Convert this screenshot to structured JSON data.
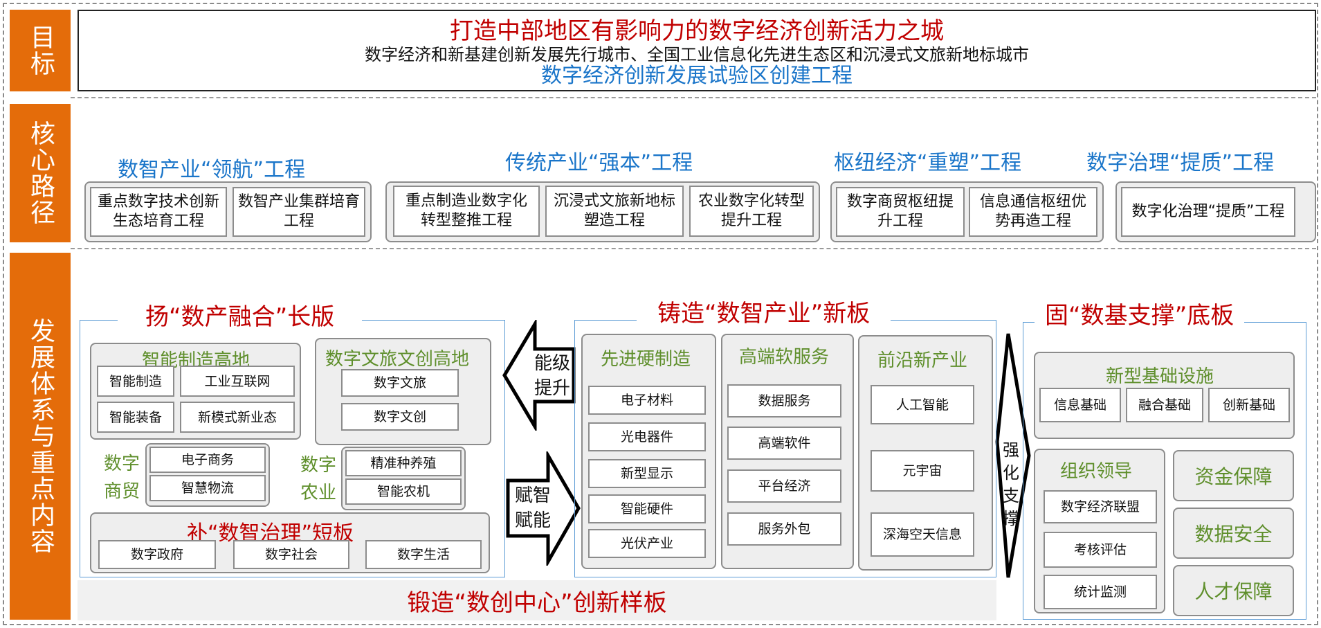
{
  "sidebar": {
    "goal": "目标",
    "core_path": "核心路径",
    "system": "发展体系与重点内容"
  },
  "goal": {
    "line1": "打造中部地区有影响力的数字经济创新活力之城",
    "line2": "数字经济和新基建创新发展先行城市、全国工业信息化先进生态区和沉浸式文旅新地标城市",
    "line3": "数字经济创新发展试验区创建工程"
  },
  "core": {
    "groups": [
      {
        "title": "数智产业“领航”工程",
        "items": [
          "重点数字技术创新生态培育工程",
          "数智产业集群培育工程"
        ]
      },
      {
        "title": "传统产业“强本”工程",
        "items": [
          "重点制造业数字化转型整推工程",
          "沉浸式文旅新地标塑造工程",
          "农业数字化转型提升工程"
        ]
      },
      {
        "title": "枢纽经济“重塑”工程",
        "items": [
          "数字商贸枢纽提升工程",
          "信息通信枢纽优势再造工程"
        ]
      },
      {
        "title": "数字治理“提质”工程",
        "items": [
          "数字化治理“提质”工程"
        ]
      }
    ]
  },
  "left": {
    "title": "扬“数产融合”长版",
    "mfg": {
      "title": "智能制造高地",
      "items": [
        "智能制造",
        "工业互联网",
        "智能装备",
        "新模式新业态"
      ]
    },
    "tour": {
      "title": "数字文旅文创高地",
      "items": [
        "数字文旅",
        "数字文创"
      ]
    },
    "trade": {
      "label": "数字商贸",
      "items": [
        "电子商务",
        "智慧物流"
      ]
    },
    "agri": {
      "label": "数字农业",
      "items": [
        "精准种养殖",
        "智能农机"
      ]
    },
    "gov": {
      "title": "补“数智治理”短板",
      "items": [
        "数字政府",
        "数字社会",
        "数字生活"
      ]
    }
  },
  "arrows": {
    "upgrade": "能级提升",
    "empower": "赋智赋能",
    "support": "强化支撑"
  },
  "middle": {
    "title": "铸造“数智产业”新板",
    "cols": [
      {
        "title": "先进硬制造",
        "items": [
          "电子材料",
          "光电器件",
          "新型显示",
          "智能硬件",
          "光伏产业"
        ]
      },
      {
        "title": "高端软服务",
        "items": [
          "数据服务",
          "高端软件",
          "平台经济",
          "服务外包"
        ]
      },
      {
        "title": "前沿新产业",
        "items": [
          "人工智能",
          "元宇宙",
          "深海空天信息"
        ]
      }
    ]
  },
  "right": {
    "title": "固“数基支撑”底板",
    "infra": {
      "title": "新型基础设施",
      "items": [
        "信息基础",
        "融合基础",
        "创新基础"
      ]
    },
    "org": {
      "title": "组织领导",
      "items": [
        "数字经济联盟",
        "考核评估",
        "统计监测"
      ]
    },
    "guarantees": [
      "资金保障",
      "数据安全",
      "人才保障"
    ]
  },
  "bottom": "锻造“数创中心”创新样板",
  "colors": {
    "orange": "#e46c0a",
    "red": "#c00000",
    "blue": "#1a75c9",
    "green": "#5f8f2c"
  }
}
